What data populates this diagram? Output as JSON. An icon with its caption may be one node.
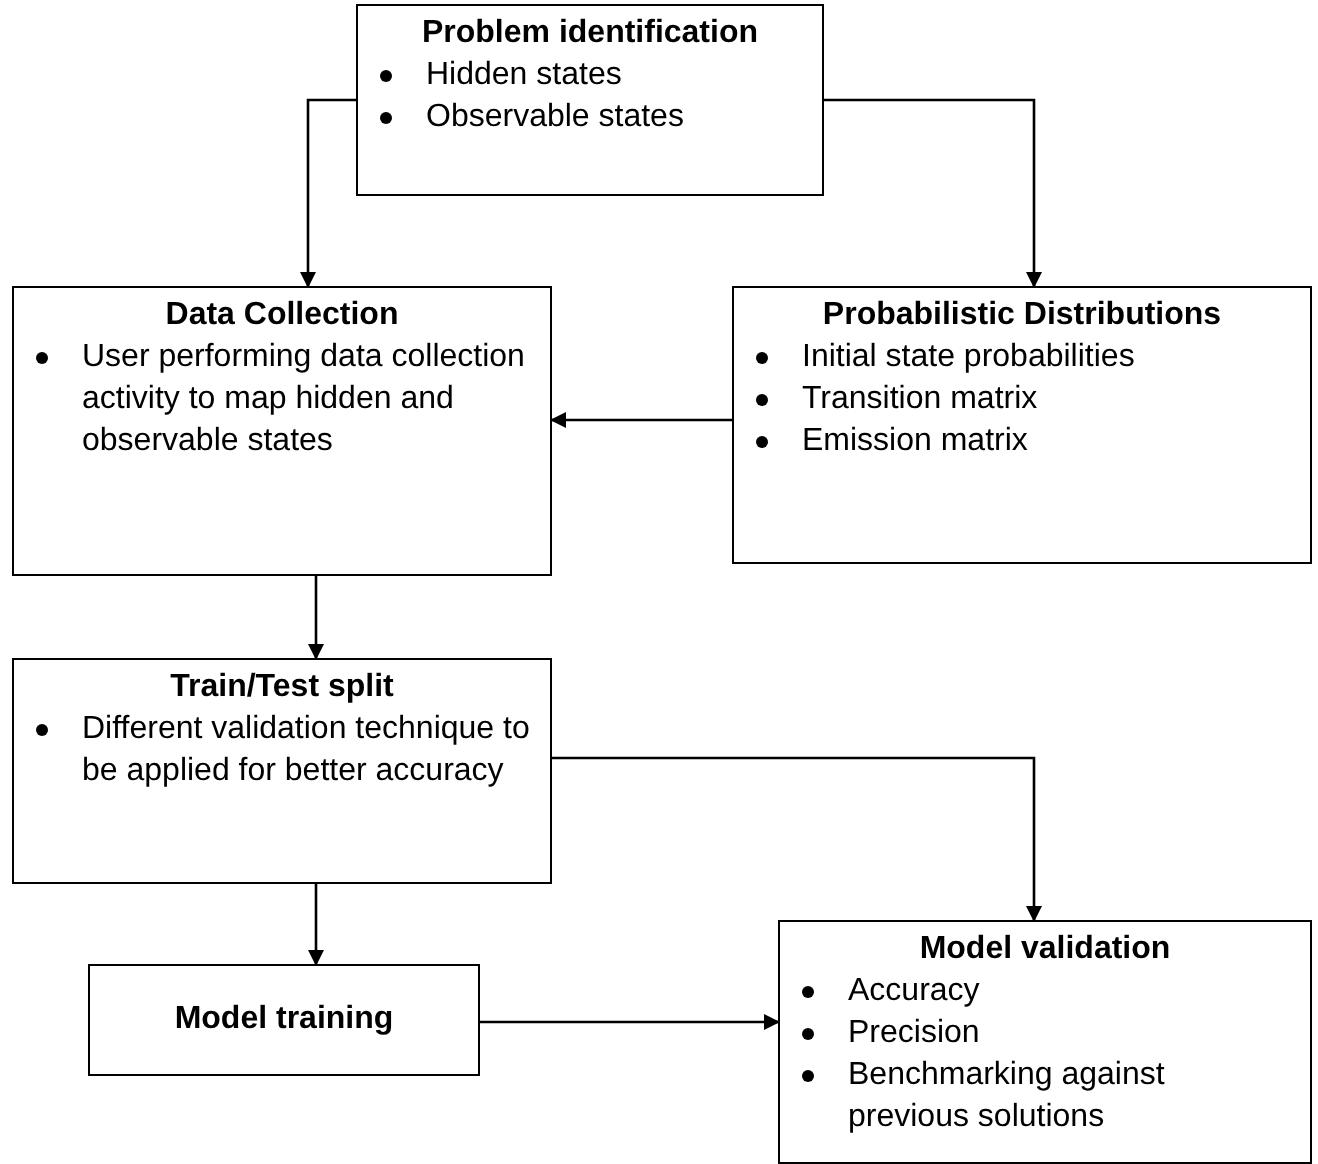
{
  "diagram": {
    "nodes": [
      {
        "text": [
          "Problem identification",
          "Hidden states",
          "Observable states"
        ]
      },
      {
        "text": [
          "Data Collection",
          "User performing data collection activity to map hidden and observable states"
        ]
      },
      {
        "text": [
          "Probabilistic Distributions",
          "Initial state probabilities",
          "Transition matrix",
          "Emission matrix"
        ]
      },
      {
        "text": [
          "Train/Test split",
          "Different validation technique to be applied for better accuracy"
        ]
      },
      {
        "text": [
          "Model training"
        ]
      },
      {
        "text": [
          "Model validation",
          "Accuracy",
          "Precision",
          "Benchmarking against previous solutions"
        ]
      }
    ],
    "edges": [
      {
        "from": 0,
        "to": 1,
        "arrow": "to"
      },
      {
        "from": 0,
        "to": 2,
        "arrow": "to"
      },
      {
        "from": 2,
        "to": 1,
        "arrow": "to"
      },
      {
        "from": 1,
        "to": 3,
        "arrow": "to"
      },
      {
        "from": 3,
        "to": 5,
        "arrow": "to"
      },
      {
        "from": 3,
        "to": 4,
        "arrow": "to"
      },
      {
        "from": 4,
        "to": 5,
        "arrow": "to"
      }
    ]
  }
}
